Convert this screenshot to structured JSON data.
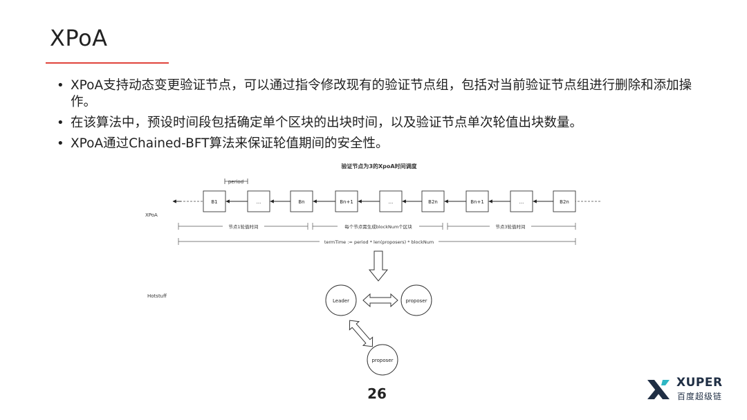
{
  "slide": {
    "title": "XPoA",
    "bullets": [
      "XPoA支持动态变更验证节点，可以通过指令修改现有的验证节点组，包括对当前验证节点组进行删除和添加操作。",
      "在该算法中，预设时间段包括确定单个区块的出块时间，以及验证节点单次轮值出块数量。",
      "XPoA通过Chained-BFT算法来保证轮值期间的安全性。"
    ],
    "page_number": "26",
    "accent_color": "#e0433a"
  },
  "diagram": {
    "title": "验证节点为3的XpoA时间调度",
    "period_label": "period",
    "xpoa_label": "XPoA",
    "hotstuff_label": "Hotstuff",
    "blocks": [
      "B1",
      "...",
      "Bn",
      "Bn+1",
      "...",
      "B2n",
      "Bn+1",
      "...",
      "B2n"
    ],
    "span_labels": [
      "节点1轮值时间",
      "每个节点需生成blockNum个区块",
      "节点3轮值时间"
    ],
    "term_label": "termTime := period * len(proposers) * blockNum",
    "nodes": {
      "leader": "Leader",
      "proposer_right": "proposer",
      "proposer_bottom": "proposer"
    }
  },
  "logo": {
    "name": "XUPER",
    "subtitle": "百度超级链",
    "icon": "xuper-logo-icon",
    "colors": {
      "dark": "#1f2e44",
      "accent": "#2fb7c4"
    }
  }
}
